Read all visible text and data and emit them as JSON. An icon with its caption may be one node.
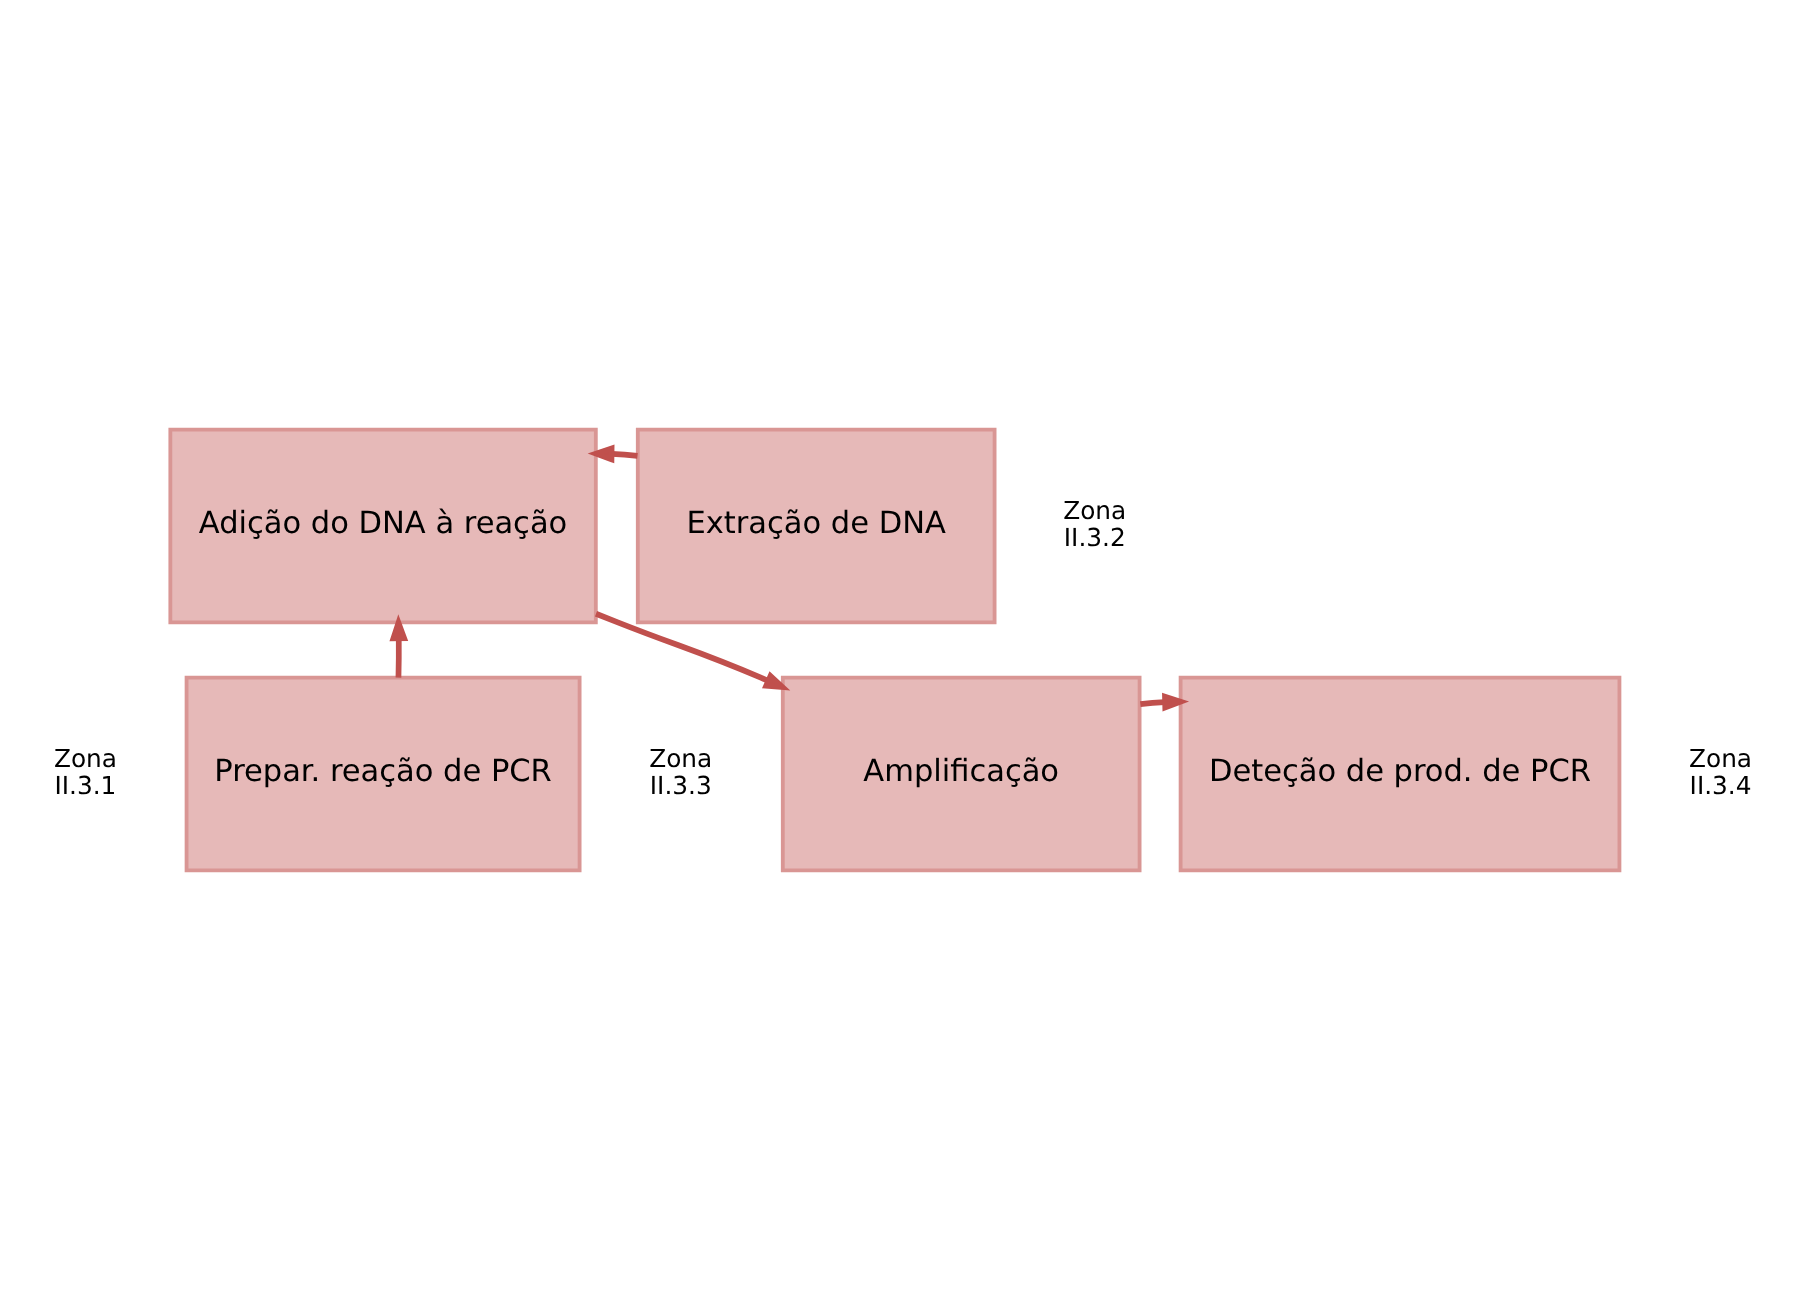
{
  "diagram": {
    "nodes": [
      {
        "text": [
          "Adição do DNA à reação"
        ]
      },
      {
        "text": [
          "Extração de DNA"
        ]
      },
      {
        "text": [
          "Prepar. reação de PCR"
        ]
      },
      {
        "text": [
          "Amplificação"
        ]
      },
      {
        "text": [
          "Deteção de prod. de PCR"
        ]
      }
    ],
    "edges": [
      {
        "from": 1,
        "to": 0,
        "arrow": "to"
      },
      {
        "from": 2,
        "to": 0,
        "arrow": "to"
      },
      {
        "from": 0,
        "to": 3,
        "arrow": "to"
      },
      {
        "from": 3,
        "to": 4,
        "arrow": "to"
      }
    ],
    "labels": [
      "Zona II.3.2",
      "Zona II.3.1",
      "Zona II.3.4",
      "Zona II.3.3"
    ]
  }
}
